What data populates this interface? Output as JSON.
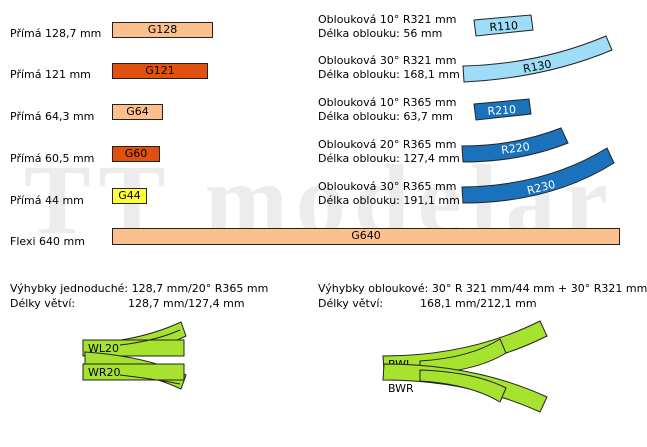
{
  "watermark": "TT modelar",
  "straight": [
    {
      "label": "Přímá 128,7 mm",
      "code": "G128",
      "color": "#fbc08e",
      "text_color": "#000000"
    },
    {
      "label": "Přímá 121 mm",
      "code": "G121",
      "color": "#e2500e",
      "text_color": "#000000"
    },
    {
      "label": "Přímá 64,3 mm",
      "code": "G64",
      "color": "#fbc08e",
      "text_color": "#000000"
    },
    {
      "label": "Přímá 60,5 mm",
      "code": "G60",
      "color": "#e2500e",
      "text_color": "#000000"
    },
    {
      "label": "Přímá 44 mm",
      "code": "G44",
      "color": "#ffff33",
      "text_color": "#000000"
    }
  ],
  "flexi": {
    "label": "Flexi 640 mm",
    "code": "G640",
    "color": "#fbc08e"
  },
  "curved": [
    {
      "line1": "Oblouková 10° R321 mm",
      "line2": "Délka oblouku: 56 mm",
      "code": "R110",
      "color": "#9edcf7",
      "text_color": "#000000"
    },
    {
      "line1": "Oblouková 30° R321 mm",
      "line2": "Délka oblouku: 168,1 mm",
      "code": "R130",
      "color": "#9edcf7",
      "text_color": "#000000"
    },
    {
      "line1": "Oblouková 10° R365 mm",
      "line2": "Délka oblouku: 63,7 mm",
      "code": "R210",
      "color": "#1a72bd",
      "text_color": "#ffffff"
    },
    {
      "line1": "Oblouková 20° R365 mm",
      "line2": "Délka oblouku: 127,4 mm",
      "code": "R220",
      "color": "#1a72bd",
      "text_color": "#ffffff"
    },
    {
      "line1": "Oblouková 30° R365 mm",
      "line2": "Délka oblouku: 191,1 mm",
      "code": "R230",
      "color": "#1a72bd",
      "text_color": "#ffffff"
    }
  ],
  "switches_simple": {
    "line1": "Výhybky jednoduché: 128,7 mm/20° R365 mm",
    "line2_label": "Délky větví:",
    "line2_value": "128,7 mm/127,4 mm",
    "left_code": "WL20",
    "right_code": "WR20"
  },
  "switches_curved": {
    "line1": "Výhybky obloukové: 30° R 321 mm/44 mm + 30° R321 mm",
    "line2_label": "Délky větví:",
    "line2_value": "168,1 mm/212,1 mm",
    "left_code": "BWL",
    "right_code": "BWR"
  },
  "switch_color": "#a6e22e"
}
